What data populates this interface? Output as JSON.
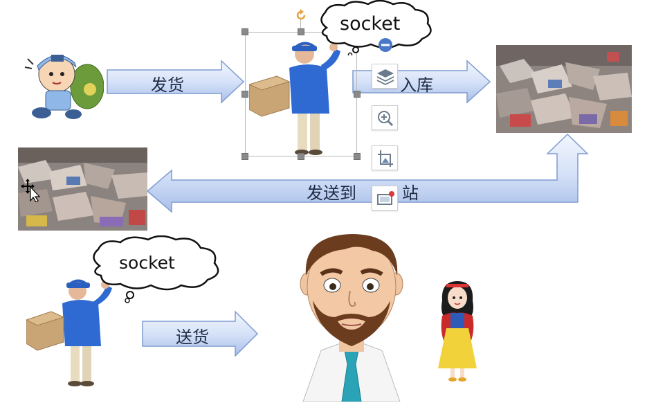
{
  "diagram": {
    "arrows": {
      "ship_label": "发货",
      "store_label": "入库",
      "dispatch_label_left": "发送到",
      "dispatch_label_right": "站",
      "deliver_label": "送货"
    },
    "clouds": {
      "top_text": "socket",
      "bottom_text": "socket"
    }
  },
  "colors": {
    "arrow_fill_light": "#e4edfb",
    "arrow_fill_dark": "#aac0ea",
    "arrow_stroke": "#7f9bd1",
    "handle_gray": "#8a8a8a",
    "rotate_orange": "#e8a13a",
    "collapse_blue": "#4a78c9"
  },
  "icons": {
    "rotate": "rotate-handle-icon",
    "collapse": "collapse-minus-icon",
    "layers": "layers-icon",
    "zoom": "zoom-in-icon",
    "crop": "crop-icon",
    "frame": "picture-frame-icon",
    "cursor": "move-cursor-icon"
  }
}
